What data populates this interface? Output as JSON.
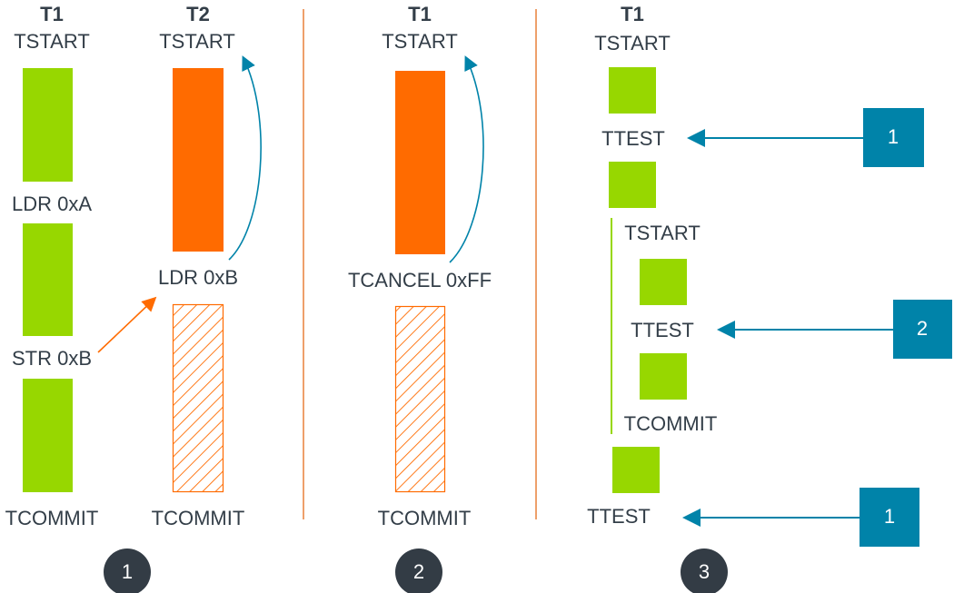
{
  "colors": {
    "green": "#97d700",
    "orange": "#ff6b00",
    "blue": "#0083a9",
    "divider": "#e8803a",
    "badge": "#333c45",
    "text": "#333e48"
  },
  "panel1": {
    "t1": {
      "header": "T1",
      "start": "TSTART",
      "ldr": "LDR 0xA",
      "str": "STR 0xB",
      "commit": "TCOMMIT"
    },
    "t2": {
      "header": "T2",
      "start": "TSTART",
      "ldr": "LDR 0xB",
      "commit": "TCOMMIT"
    },
    "badge": "1"
  },
  "panel2": {
    "header": "T1",
    "start": "TSTART",
    "cancel": "TCANCEL 0xFF",
    "commit": "TCOMMIT",
    "badge": "2"
  },
  "panel3": {
    "header": "T1",
    "start": "TSTART",
    "test1": "TTEST",
    "inner_start": "TSTART",
    "inner_test": "TTEST",
    "inner_commit": "TCOMMIT",
    "test2": "TTEST",
    "boxes": [
      "1",
      "2",
      "1"
    ],
    "badge": "3"
  }
}
